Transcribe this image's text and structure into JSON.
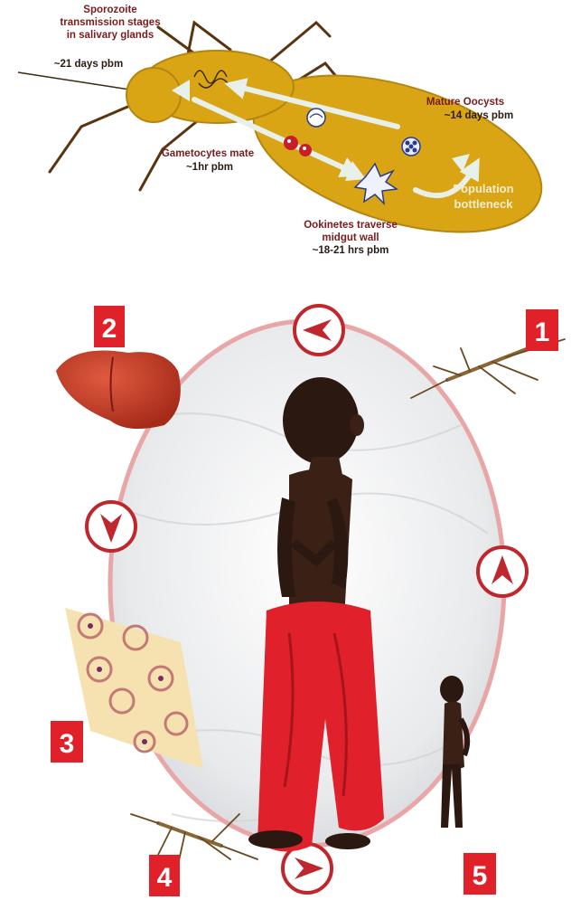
{
  "mosquito_stages": {
    "sporozoite": {
      "title_line1": "Sporozoite",
      "title_line2": "transmission stages",
      "title_line3": "in salivary glands",
      "time": "~21 days pbm"
    },
    "oocysts": {
      "title": "Mature Oocysts",
      "time": "~14 days pbm"
    },
    "gametocytes": {
      "title": "Gametocytes mate",
      "time": "~1hr pbm"
    },
    "ookinetes": {
      "title_line1": "Ookinetes traverse",
      "title_line2": "midgut wall",
      "time": "~18-21 hrs pbm"
    },
    "bottleneck": {
      "line1": "Population",
      "line2": "bottleneck"
    }
  },
  "cycle_steps": [
    "1",
    "2",
    "3",
    "4",
    "5"
  ],
  "colors": {
    "mosquito_body": "#d9a514",
    "mosquito_outline": "#b58512",
    "label_dark_red": "#7a1c1c",
    "arrow_light": "#e8f0ea",
    "badge_red": "#e0212a",
    "ring_pink": "#e9a6a6",
    "shorts_red": "#e0202a"
  },
  "icons": [
    "mosquito-icon",
    "liver-icon",
    "blood-smear-icon",
    "child-figure-icon",
    "arrow-marker-icon"
  ]
}
